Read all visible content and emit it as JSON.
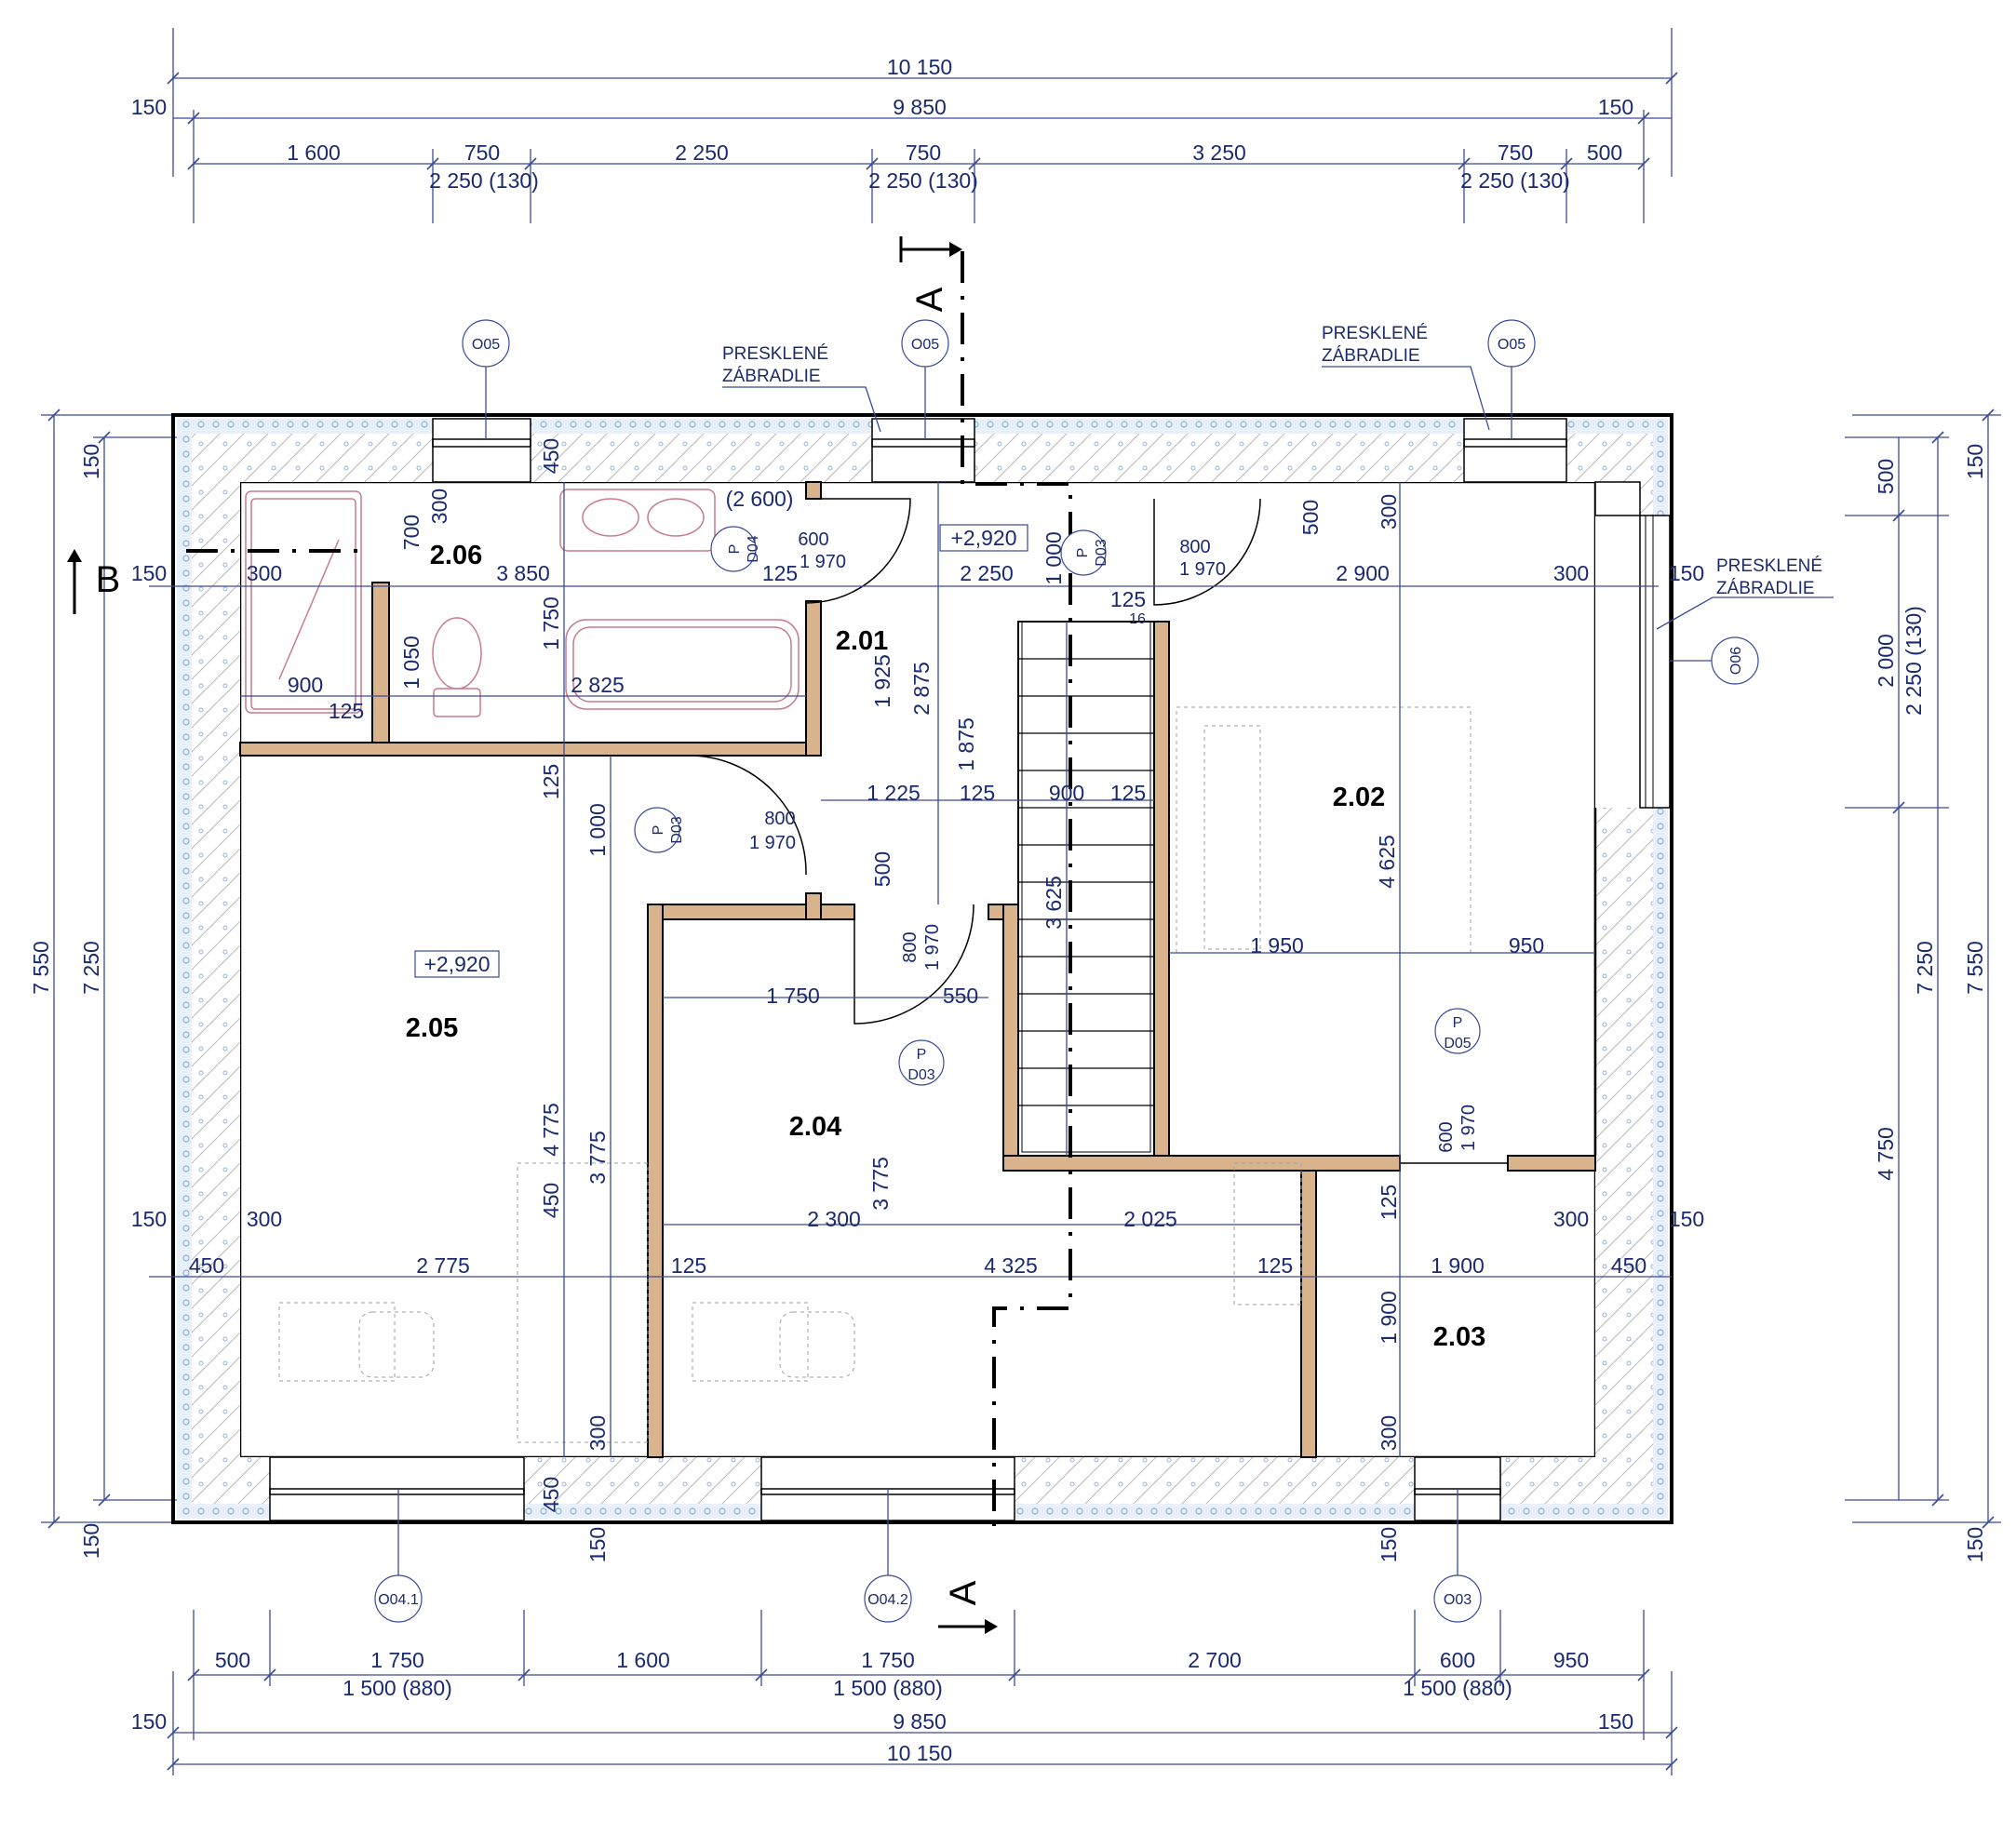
{
  "top_dims": {
    "overall": "10 150",
    "inner": "9 850",
    "left_end": "150",
    "right_end": "150",
    "segments": [
      "1 600",
      "750",
      "2 250",
      "750",
      "3 250",
      "750",
      "500"
    ],
    "openings": [
      "2 250 (130)",
      "2 250 (130)",
      "2 250 (130)"
    ]
  },
  "bottom_dims": {
    "overall": "10 150",
    "inner": "9 850",
    "left_end": "150",
    "right_end": "150",
    "segments": [
      "500",
      "1 750",
      "1 600",
      "1 750",
      "2 700",
      "600",
      "950"
    ],
    "openings": [
      "1 500 (880)",
      "1 500 (880)",
      "1 500 (880)"
    ]
  },
  "left_dims": {
    "overall": "7 550",
    "inner": "7 250",
    "top_end": "150",
    "bottom_end": "150"
  },
  "right_dims": {
    "overall": "7 550",
    "inner": "7 250",
    "top_end": "150",
    "bottom_end": "150",
    "segments": [
      "500",
      "2 000",
      "4 750"
    ],
    "opening": "2 250 (130)"
  },
  "rooms": [
    {
      "id": "2.01"
    },
    {
      "id": "2.02"
    },
    {
      "id": "2.03"
    },
    {
      "id": "2.04"
    },
    {
      "id": "2.05"
    },
    {
      "id": "2.06"
    }
  ],
  "levels": [
    "+2,920",
    "+2,920"
  ],
  "notes": {
    "railing_1": [
      "PRESKLENÉ",
      "ZÁBRADLIE"
    ],
    "railing_2": [
      "PRESKLENÉ",
      "ZÁBRADLIE"
    ],
    "railing_3": [
      "PRESKLENÉ",
      "ZÁBRADLIE"
    ]
  },
  "window_tags": [
    "O05",
    "O05",
    "O05",
    "O06",
    "O04.1",
    "O04.2",
    "O03"
  ],
  "door_tags": [
    {
      "side": "P",
      "code": "D04",
      "width": "600",
      "height": "1 970"
    },
    {
      "side": "P",
      "code": "D03",
      "width": "800",
      "height": "1 970"
    },
    {
      "side": "P",
      "code": "D03",
      "width": "800",
      "height": "1 970"
    },
    {
      "side": "P",
      "code": "D03",
      "width": "800",
      "height": "1 970"
    },
    {
      "side": "P",
      "code": "D05",
      "width": "600",
      "height": "1 970"
    }
  ],
  "sections": {
    "a_top": "A",
    "a_bottom": "A",
    "b": "B"
  },
  "interior_dims": {
    "d_2600": "(2 600)",
    "d_300a": "300",
    "d_3850": "3 850",
    "d_125a": "125",
    "d_2250": "2 250",
    "d_2900": "2 900",
    "d_300b": "300",
    "d_150r": "150",
    "d_150l": "150",
    "d_700": "700",
    "d_300v": "300",
    "d_450": "450",
    "d_450b": "450",
    "d_1750v": "1 750",
    "d_1050": "1 050",
    "d_900": "900",
    "d_125b": "125",
    "d_2825": "2 825",
    "d_1925": "1 925",
    "d_2875": "2 875",
    "d_1000": "1 000",
    "d_500": "500",
    "d_300c": "300",
    "d_125c": "125",
    "d_16": "16",
    "d_1875": "1 875",
    "d_1225": "1 225",
    "d_125d": "125",
    "d_900b": "900",
    "d_125e": "125",
    "d_125v": "125",
    "d_1000b": "1 000",
    "d_500b": "500",
    "d_3625": "3 625",
    "d_4625": "4 625",
    "d_1950": "1 950",
    "d_950": "950",
    "d_1750h": "1 750",
    "d_550": "550",
    "d_4775": "4 775",
    "d_3775a": "3 775",
    "d_3775b": "3 775",
    "d_150ll": "150",
    "d_300ll": "300",
    "d_2300": "2 300",
    "d_2025": "2 025",
    "d_300rr": "300",
    "d_150rr": "150",
    "d_125vv": "125",
    "d_450l": "450",
    "d_2775": "2 775",
    "d_125f": "125",
    "d_4325": "4 325",
    "d_125g": "125",
    "d_1900h": "1 900",
    "d_450r": "450",
    "d_1900v": "1 900",
    "d_300bl": "300",
    "d_450bl": "450",
    "d_150bl": "150",
    "d_300br": "300",
    "d_150br": "150"
  }
}
